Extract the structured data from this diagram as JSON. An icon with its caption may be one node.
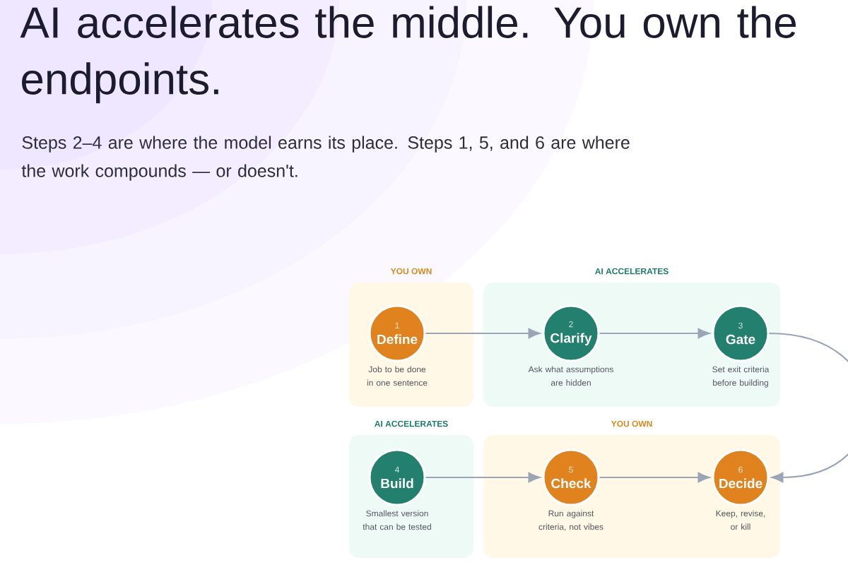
{
  "diagram": {
    "title": "AI accelerates the middle. You own the endpoints.",
    "nodes": [
      {
        "text": [
          "YOU OWN"
        ]
      },
      {
        "text": [
          "1",
          "Define"
        ],
        "beside": [
          "Job to be done in one sentence"
        ],
        "in": 0
      },
      {
        "text": [
          "AI ACCELERATES"
        ]
      },
      {
        "text": [
          "2",
          "Clarify"
        ],
        "beside": [
          "Ask what assumptions are hidden"
        ],
        "in": 2
      },
      {
        "text": [
          "3",
          "Gate"
        ],
        "beside": [
          "Set exit criteria before building"
        ],
        "in": 2
      },
      {
        "text": [
          "AI ACCELERATES"
        ]
      },
      {
        "text": [
          "4",
          "Build"
        ],
        "beside": [
          "Smallest version that can be tested"
        ],
        "in": 5
      },
      {
        "text": [
          "YOU OWN"
        ]
      },
      {
        "text": [
          "5",
          "Check"
        ],
        "beside": [
          "Run against criteria, not vibes"
        ],
        "in": 7
      },
      {
        "text": [
          "6",
          "Decide"
        ],
        "beside": [
          "Keep, revise, or kill"
        ],
        "in": 7
      }
    ],
    "edges": [
      {
        "from": 1,
        "to": 3,
        "arrow": "to"
      },
      {
        "from": 3,
        "to": 4,
        "arrow": "to"
      },
      {
        "from": 4,
        "to": 9,
        "arrow": "to"
      },
      {
        "from": 6,
        "to": 8,
        "arrow": "to"
      },
      {
        "from": 8,
        "to": 9,
        "arrow": "to"
      }
    ],
    "labels": [
      "Steps 2–4 are where the model earns its place. Steps 1, 5, and 6 are where the work compounds — or doesn't."
    ]
  }
}
